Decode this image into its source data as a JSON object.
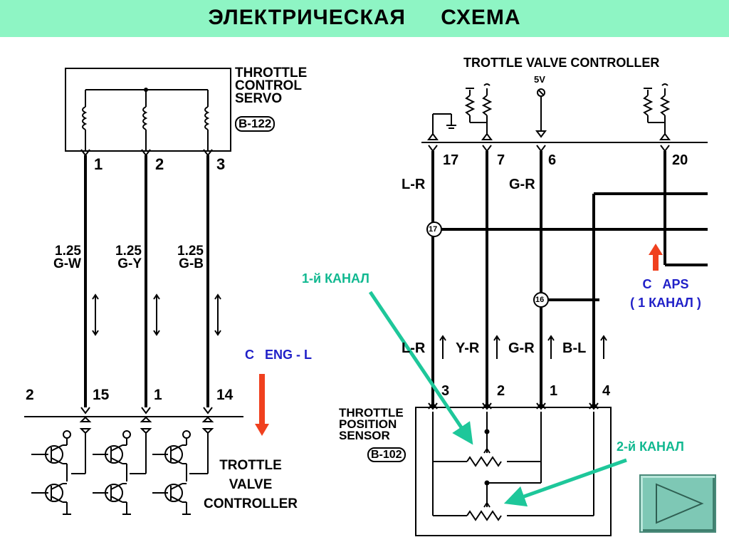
{
  "title": "ЭЛЕКТРИЧЕСКАЯ СХЕМА",
  "left": {
    "servo_name_lines": [
      "THROTTLE",
      "CONTROL",
      "SERVO"
    ],
    "servo_connector": "B-122",
    "servo_pins": [
      "1",
      "2",
      "3"
    ],
    "wire_labels": [
      {
        "gauge": "1.25",
        "color": "G-W"
      },
      {
        "gauge": "1.25",
        "color": "G-Y"
      },
      {
        "gauge": "1.25",
        "color": "G-B"
      }
    ],
    "bottom_pins": [
      "2",
      "15",
      "1",
      "14"
    ],
    "signal_label": {
      "prefix": "C",
      "name": "ENG",
      "suffix": "- L"
    },
    "controller_label_lines": [
      "TROTTLE",
      "VALVE",
      "CONTROLLER"
    ]
  },
  "right": {
    "controller_label": "TROTTLE VALVE CONTROLLER",
    "supply_label": "5V",
    "top_pins": [
      "17",
      "7",
      "6",
      "20"
    ],
    "top_wire_colors": [
      "L-R",
      "G-R"
    ],
    "junctions": [
      "17",
      "16"
    ],
    "bottom_wire_colors": [
      "L-R",
      "Y-R",
      "G-R",
      "B-L"
    ],
    "bottom_pins": [
      "3",
      "2",
      "1",
      "4"
    ],
    "sensor_name_lines": [
      "THROTTLE",
      "POSITION",
      "SENSOR"
    ],
    "sensor_connector": "B-102",
    "channel1_label": "1-й КАНАЛ",
    "channel2_label": "2-й КАНАЛ",
    "aps_label": {
      "prefix": "C",
      "name": "APS",
      "line2": "( 1 КАНАЛ )"
    }
  },
  "colors": {
    "title_bar": "#8ef5c4",
    "teal_arrow": "#1ec79a",
    "red_arrow": "#f0401e",
    "blue_text": "#2020c8",
    "teal_text": "#10b890"
  }
}
